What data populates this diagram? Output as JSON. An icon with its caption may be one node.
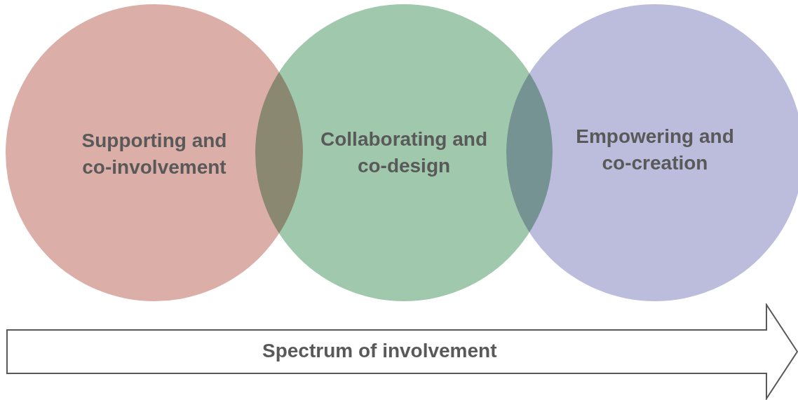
{
  "diagram": {
    "nodes": [
      {
        "text": [
          "Supporting and co-involvement"
        ]
      },
      {
        "text": [
          "Collaborating and co-design"
        ]
      },
      {
        "text": [
          "Empowering and co-creation"
        ]
      },
      {
        "text": [
          "Spectrum of involvement"
        ]
      }
    ]
  }
}
